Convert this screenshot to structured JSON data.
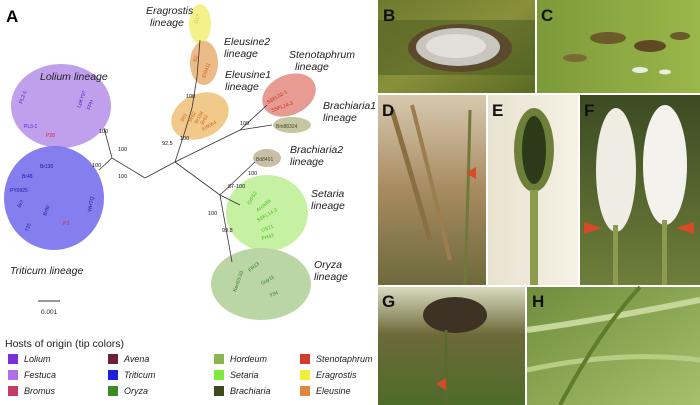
{
  "panel_a_label": "A",
  "lineages": {
    "eragrostis": [
      "Eragrostis",
      "lineage"
    ],
    "eleusine2": [
      "Eleusine2",
      "lineage"
    ],
    "eleusine1": [
      "Eleusine1",
      "lineage"
    ],
    "stenotaphrum": [
      "Stenotaphrum",
      "lineage"
    ],
    "brachiaria1": [
      "Brachiaria1",
      "lineage"
    ],
    "brachiaria2": [
      "Brachiaria2",
      "lineage"
    ],
    "setaria": [
      "Setaria",
      "lineage"
    ],
    "oryza": [
      "Oryza",
      "lineage"
    ],
    "lolium": "Lolium lineage",
    "triticum": "Triticum lineage"
  },
  "tip_labels": {
    "eragrostis": [
      "G17"
    ],
    "eleusine2": [
      "B2",
      "EI9411"
    ],
    "eleusine1": [
      "B51",
      "Br62",
      "Br166",
      "Br62",
      "EI9064"
    ],
    "stenotaphrum": [
      "SSFL02-1",
      "SSFL14-3"
    ],
    "brachiaria1": [
      "Bm88324"
    ],
    "brachiaria2": [
      "Bd8401"
    ],
    "setaria": [
      "GrF52",
      "Arcadia",
      "SSFL14-3",
      "US71",
      "PH42"
    ],
    "oryza": [
      "Ken53-33",
      "FR13",
      "Guy11",
      "Y34"
    ],
    "lolium": [
      "PL2-1",
      "PL3-1",
      "P28",
      "LpKY97",
      "FPH"
    ],
    "triticum": [
      "Br130",
      "Br48",
      "PY0925",
      "P3",
      "WHTQ",
      "T25",
      "Br80",
      "Br7"
    ]
  },
  "bootstrap": [
    "100",
    "100",
    "100",
    "100",
    "92.5",
    "100",
    "100",
    "100",
    "100",
    "87-100",
    "100",
    "99.8"
  ],
  "scale_bar": "0.001",
  "legend": {
    "title": "Hosts of origin (tip colors)",
    "entries": [
      {
        "name": "Lolium",
        "color": "#7b2fd6"
      },
      {
        "name": "Festuca",
        "color": "#b06ee8"
      },
      {
        "name": "Bromus",
        "color": "#c43b63"
      },
      {
        "name": "Avena",
        "color": "#6b1f3c"
      },
      {
        "name": "Triticum",
        "color": "#1f1fe0"
      },
      {
        "name": "Oryza",
        "color": "#3a8a23"
      },
      {
        "name": "Hordeum",
        "color": "#8bb552"
      },
      {
        "name": "Setaria",
        "color": "#7dea3c"
      },
      {
        "name": "Brachiaria",
        "color": "#3f4a1c"
      },
      {
        "name": "Stenotaphrum",
        "color": "#d23c2a"
      },
      {
        "name": "Eragrostis",
        "color": "#f2ef3a"
      },
      {
        "name": "Eleusine",
        "color": "#e5863d"
      }
    ]
  },
  "photo_panels": [
    {
      "letter": "B"
    },
    {
      "letter": "C"
    },
    {
      "letter": "D"
    },
    {
      "letter": "E"
    },
    {
      "letter": "F"
    },
    {
      "letter": "G"
    },
    {
      "letter": "H"
    }
  ]
}
